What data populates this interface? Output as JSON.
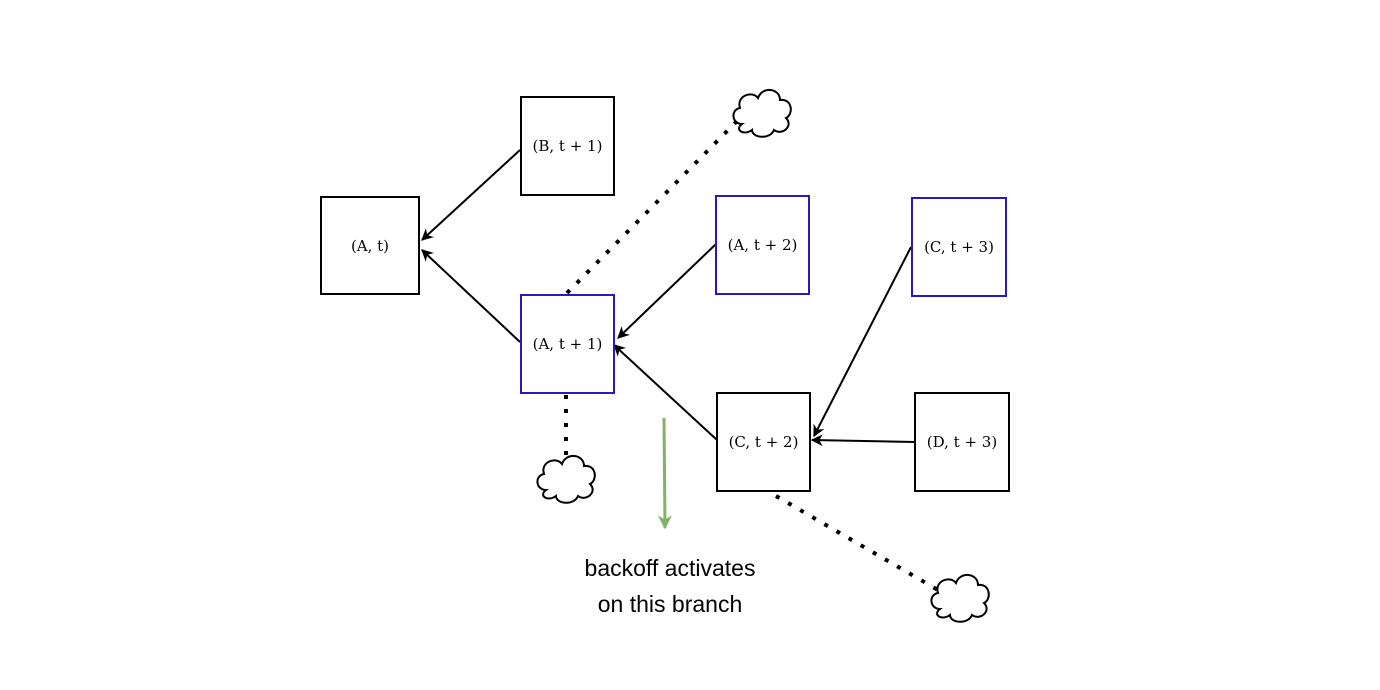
{
  "colors": {
    "node_border": "#000000",
    "node_border_highlight": "#2a17c4",
    "edge": "#000000",
    "annotation_arrow": "#82b366"
  },
  "nodes": [
    {
      "id": "a-t",
      "label": "(A, t)",
      "style": "black"
    },
    {
      "id": "b-t1",
      "label": "(B, t + 1)",
      "style": "black"
    },
    {
      "id": "a-t1",
      "label": "(A, t + 1)",
      "style": "blue"
    },
    {
      "id": "a-t2",
      "label": "(A, t + 2)",
      "style": "blue"
    },
    {
      "id": "c-t2",
      "label": "(C, t + 2)",
      "style": "black"
    },
    {
      "id": "c-t3",
      "label": "(C, t + 3)",
      "style": "blue"
    },
    {
      "id": "d-t3",
      "label": "(D, t + 3)",
      "style": "black"
    }
  ],
  "edges": [
    {
      "from": "b-t1",
      "to": "a-t"
    },
    {
      "from": "a-t1",
      "to": "a-t"
    },
    {
      "from": "a-t2",
      "to": "a-t1"
    },
    {
      "from": "c-t2",
      "to": "a-t1"
    },
    {
      "from": "c-t3",
      "to": "c-t2"
    },
    {
      "from": "d-t3",
      "to": "c-t2"
    }
  ],
  "elided_branches": [
    {
      "from": "a-t1",
      "icon": "cloud-icon"
    },
    {
      "from": "a-t1",
      "icon": "cloud-icon"
    },
    {
      "from": "c-t2",
      "icon": "cloud-icon"
    }
  ],
  "annotation": {
    "line1": "backoff activates",
    "line2": "on this branch"
  }
}
